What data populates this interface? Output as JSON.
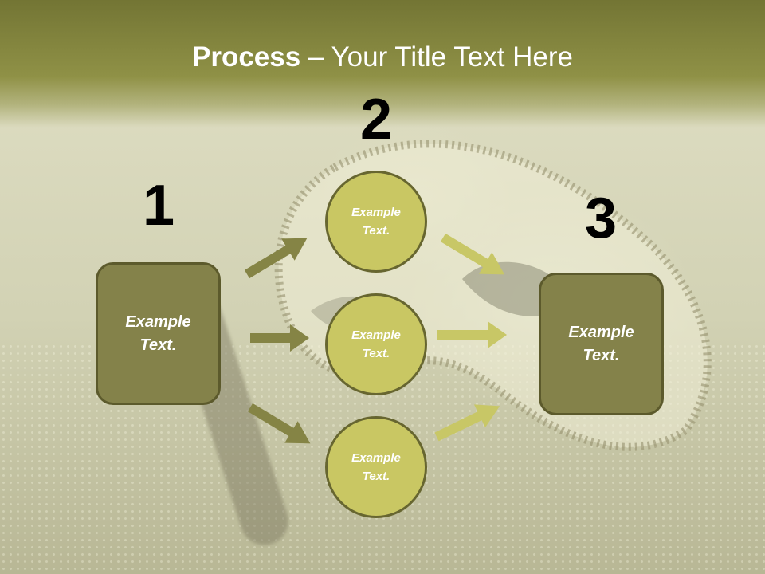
{
  "slide": {
    "title_bold": "Process",
    "title_rest": " – Your Title Text Here",
    "steps": [
      "1",
      "2",
      "3"
    ],
    "box_left": "Example\nText.",
    "box_right": "Example\nText.",
    "circles": [
      "Example\nText.",
      "Example\nText.",
      "Example\nText."
    ]
  },
  "colors": {
    "header": "#7f8140",
    "box_fill": "#84824a",
    "circle_fill": "#c9c763",
    "arrow_dark": "#858445",
    "arrow_light": "#c8c766"
  }
}
